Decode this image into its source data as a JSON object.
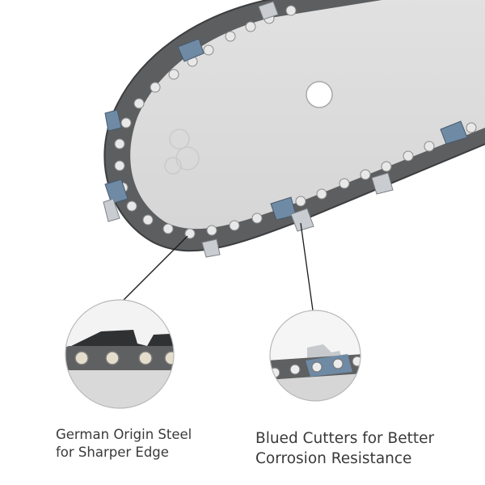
{
  "product": {
    "subject": "chainsaw bar and chain",
    "colors": {
      "background": "#ffffff",
      "bar": "#dcdcdc",
      "chain": "#5c5e60",
      "rivet": "#e6e6e6",
      "blued_cutter": "#6f8aa5",
      "callout_line": "#1a1a1a",
      "callout_border": "#b8b8b8",
      "caption_text": "#3a3a3a"
    }
  },
  "callouts": [
    {
      "id": "left",
      "lines": [
        "German Origin Steel",
        "for Sharper Edge"
      ],
      "detail": "close-up of steel chain links with rivets"
    },
    {
      "id": "right",
      "lines": [
        "Blued Cutters for Better",
        "Corrosion Resistance"
      ],
      "detail": "close-up of blued cutter link"
    }
  ]
}
